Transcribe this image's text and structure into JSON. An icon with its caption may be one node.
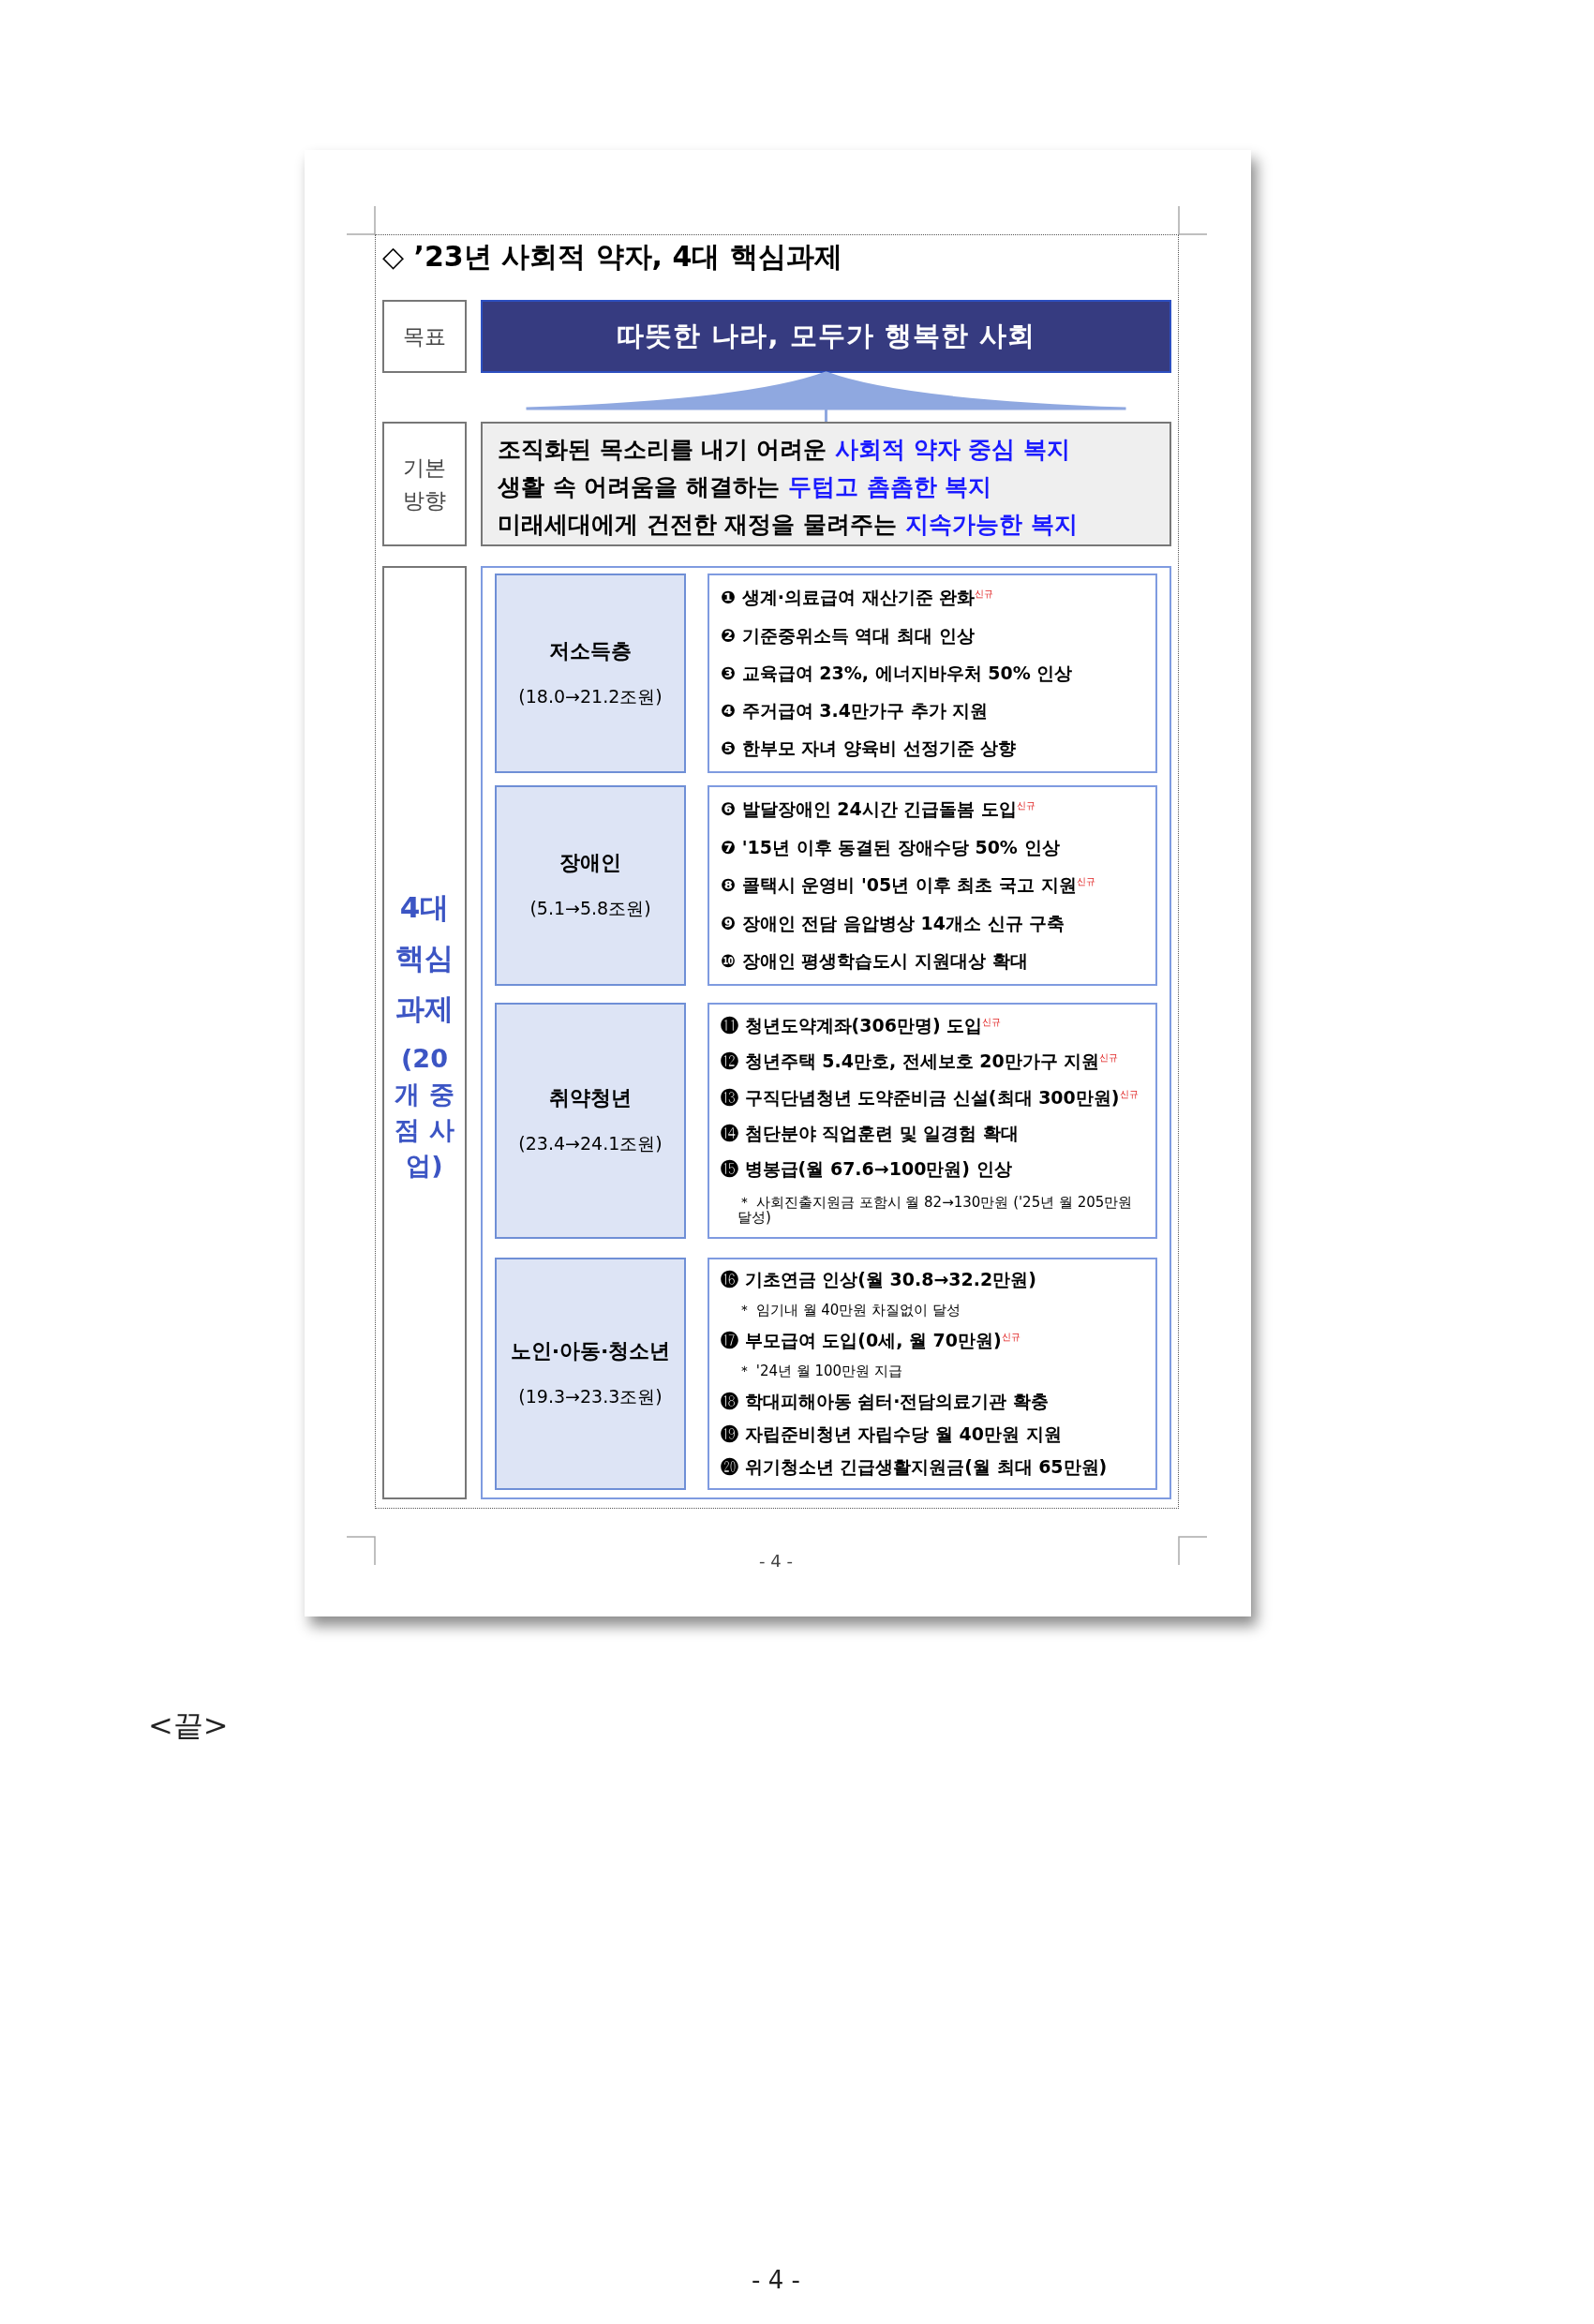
{
  "diagram": {
    "title": "◇ ’23년 사회적 약자, 4대 핵심과제",
    "nodes": [
      {
        "text": [
          "목표"
        ]
      },
      {
        "text": [
          "따뜻한 나라, 모두가 행복한 사회"
        ]
      },
      {
        "text": [
          "기본 방향"
        ]
      },
      {
        "text": [
          "조직화된 목소리를 내기 어려운",
          "사회적 약자 중심 복지",
          "생활 속 어려움을 해결하는",
          "두텁고 촘촘한 복지",
          "미래세대에게 건전한 재정을 물려주는",
          "지속가능한 복지"
        ]
      },
      {
        "text": [
          "4대 핵심 과제",
          "(20개 중점 사업)"
        ]
      },
      {
        "text": [],
        "shape": "box"
      },
      {
        "text": [
          "저소득층",
          "(18.0→21.2조원)"
        ],
        "in": 5
      },
      {
        "text": [
          "❶ 생계·의료급여 재산기준 완화$^{신규}$",
          "❷ 기준중위소득 역대 최대 인상",
          "❸ 교육급여 23%, 에너지바우처 50% 인상",
          "❹ 주거급여 3.4만가구 추가 지원",
          "❺ 한부모 자녀 양육비 선정기준 상향"
        ],
        "in": 5
      },
      {
        "text": [
          "장애인",
          "(5.1→5.8조원)"
        ],
        "in": 5
      },
      {
        "text": [
          "❻ 발달장애인 24시간 긴급돌봄 도입$^{신규}$",
          "❼ '15년 이후 동결된 장애수당 50% 인상",
          "❽ 콜택시 운영비 '05년 이후 최초 국고 지원$^{신규}$",
          "❾ 장애인 전담 음압병상 14개소 신규 구축",
          "❿ 장애인 평생학습도시 지원대상 확대"
        ],
        "in": 5
      },
      {
        "text": [
          "취약청년",
          "(23.4→24.1조원)"
        ],
        "in": 5
      },
      {
        "text": [
          "⓫ 청년도약계좌(306만명) 도입$^{신규}$",
          "⓬ 청년주택 5.4만호, 전세보호 20만가구 지원$^{신규}$",
          "⓭ 구직단념청년 도약준비금 신설(최대 300만원)$^{신규}$",
          "⓮ 첨단분야 직업훈련 및 일경험 확대",
          "⓯ 병봉급(월 67.6→100만원) 인상",
          "＊ 사회진출지원금 포함시 월 82→130만원 ('25년 월 205만원 달성)"
        ],
        "in": 5
      },
      {
        "text": [
          "노인·아동·청소년",
          "(19.3→23.3조원)"
        ],
        "in": 5
      },
      {
        "text": [
          "⓰ 기초연금 인상(월 30.8→32.2만원)",
          "＊ 임기내 월 40만원 차질없이 달성",
          "⓱ 부모급여 도입(0세, 월 70만원)$^{신규}$",
          "＊ '24년 월 100만원 지급",
          "⓲ 학대피해아동 쉼터·전담의료기관 확충",
          "⓳ 자립준비청년 자립수당 월 40만원 지원",
          "⓴ 위기청소년 긴급생활지원금(월 최대 65만원)"
        ],
        "in": 5
      }
    ],
    "edges": [
      {
        "from": 3,
        "to": 1,
        "arrow": "to"
      }
    ],
    "labels": [
      "- 4 -",
      "<끝>",
      "- 4 -"
    ]
  }
}
